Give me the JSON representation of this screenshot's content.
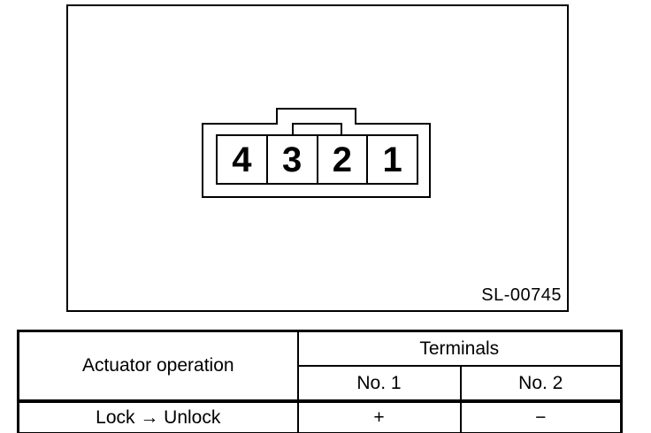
{
  "figure": {
    "code_label": "SL-00745",
    "connector": {
      "terminals": [
        "4",
        "3",
        "2",
        "1"
      ]
    }
  },
  "table": {
    "actuator_header": "Actuator operation",
    "terminals_header": "Terminals",
    "sub_headers": [
      "No. 1",
      "No. 2"
    ],
    "rows": [
      {
        "operation": "Lock → Unlock",
        "no1": "+",
        "no2": "−"
      }
    ]
  },
  "colors": {
    "line": "#000000",
    "background": "#ffffff"
  }
}
